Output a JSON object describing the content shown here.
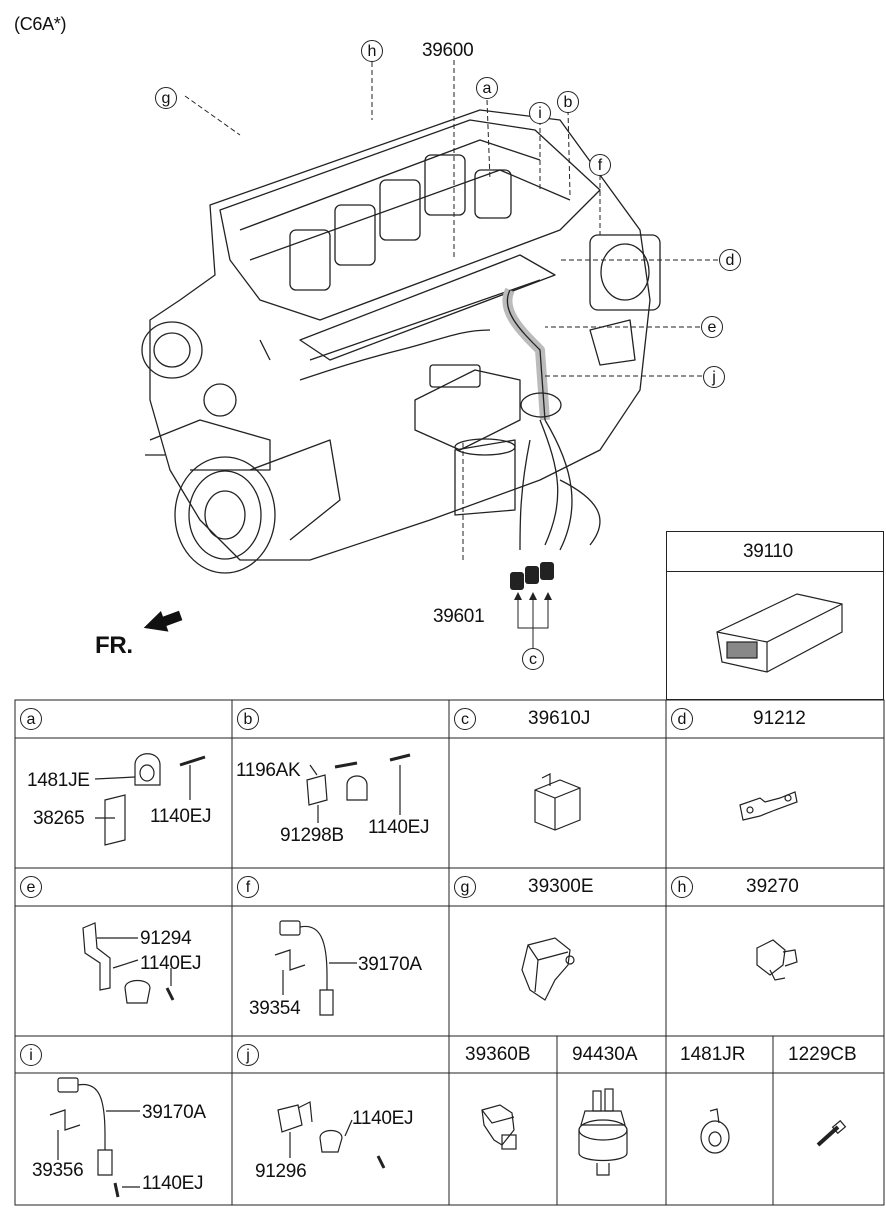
{
  "variant": "(C6A*)",
  "front_label": "FR.",
  "engine_callouts": {
    "g": "g",
    "h": "h",
    "a": "a",
    "i": "i",
    "b": "b",
    "f": "f",
    "d": "d",
    "e": "e",
    "j": "j",
    "c": "c"
  },
  "engine_parts": {
    "harness": "39600",
    "harness_sub": "39601"
  },
  "ecu_box": {
    "part": "39110"
  },
  "cells": {
    "a": {
      "letter": "a",
      "parts": [
        "1481JE",
        "38265",
        "1140EJ"
      ]
    },
    "b": {
      "letter": "b",
      "parts": [
        "1196AK",
        "91298B",
        "1140EJ"
      ]
    },
    "c": {
      "letter": "c",
      "title": "39610J"
    },
    "d": {
      "letter": "d",
      "title": "91212"
    },
    "e": {
      "letter": "e",
      "parts": [
        "91294",
        "1140EJ"
      ]
    },
    "f": {
      "letter": "f",
      "parts": [
        "39170A",
        "39354"
      ]
    },
    "g": {
      "letter": "g",
      "title": "39300E"
    },
    "h": {
      "letter": "h",
      "title": "39270"
    },
    "i": {
      "letter": "i",
      "parts": [
        "39170A",
        "39356",
        "1140EJ"
      ]
    },
    "j": {
      "letter": "j",
      "parts": [
        "1140EJ",
        "91296"
      ]
    },
    "k": {
      "title": "39360B"
    },
    "l": {
      "title": "94430A"
    },
    "m": {
      "title": "1481JR"
    },
    "n": {
      "title": "1229CB"
    }
  }
}
